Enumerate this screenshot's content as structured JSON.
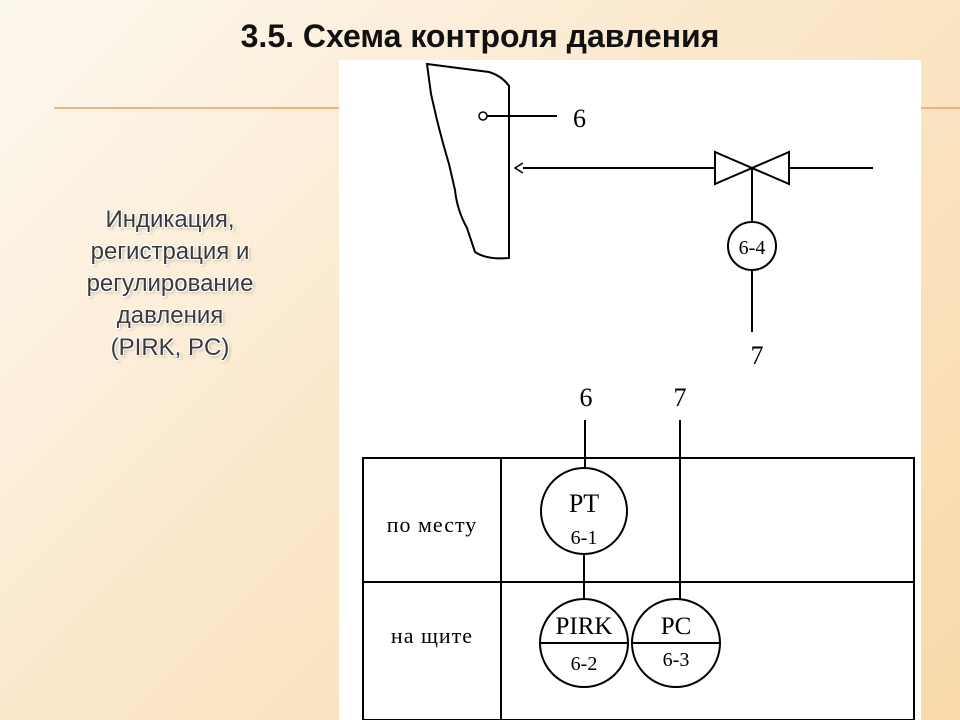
{
  "slide": {
    "title": "3.5. Схема контроля давления",
    "description_lines": [
      "Индикация,",
      "регистрация и",
      "регулирование",
      "давления",
      "(PIRK, PC)"
    ]
  },
  "diagram": {
    "vessel_tap_label": "6",
    "signal_line_label": "7",
    "valve_instrument": "6-4",
    "field_wire_labels": [
      "6",
      "7"
    ],
    "rows": [
      "по месту",
      "на щите"
    ],
    "instruments": [
      {
        "tag": "PT",
        "number": "6-1"
      },
      {
        "tag": "PIRK",
        "number": "6-2"
      },
      {
        "tag": "PC",
        "number": "6-3"
      }
    ]
  }
}
